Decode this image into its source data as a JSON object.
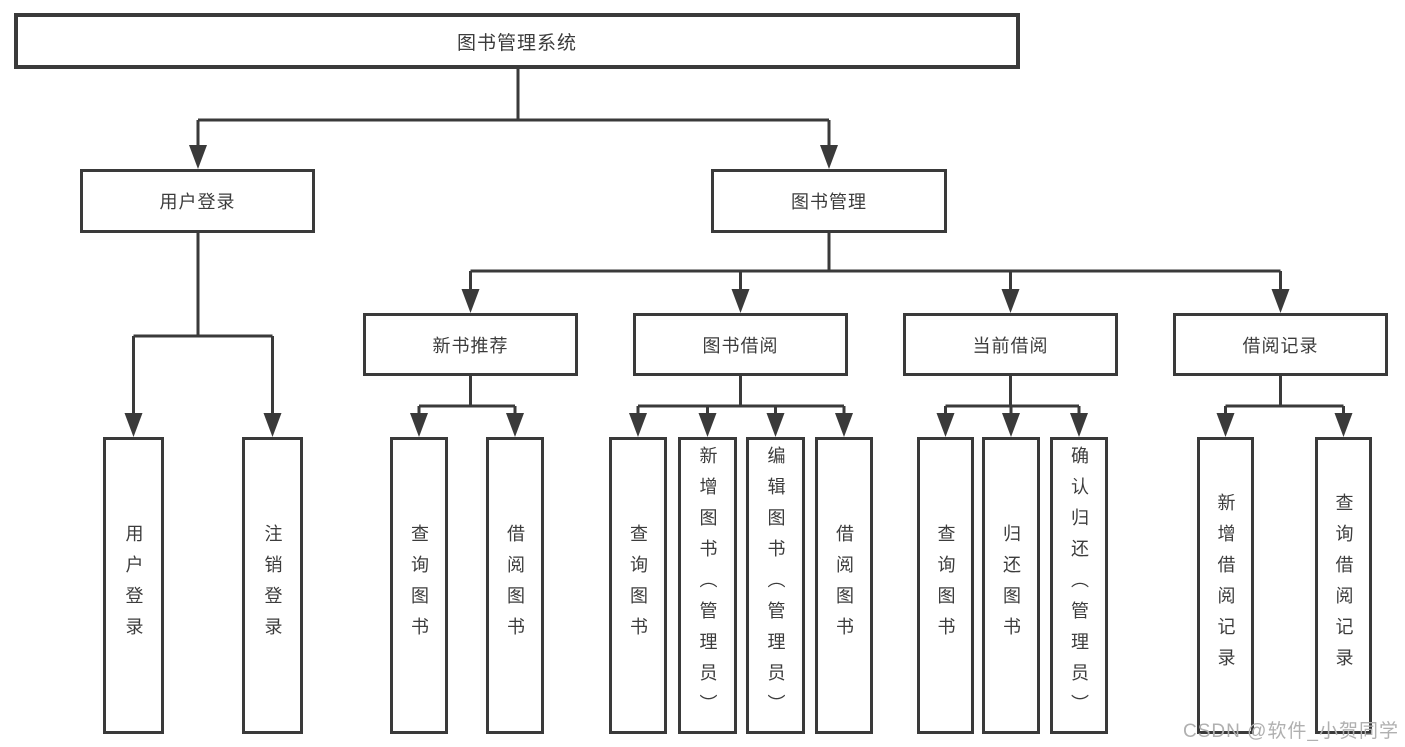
{
  "diagram": {
    "root": {
      "label": "图书管理系统"
    },
    "branches": [
      {
        "label": "用户登录",
        "children": [
          {
            "label": "用户登录"
          },
          {
            "label": "注销登录"
          }
        ]
      },
      {
        "label": "图书管理",
        "children": [
          {
            "label": "新书推荐",
            "children": [
              {
                "label": "查询图书"
              },
              {
                "label": "借阅图书"
              }
            ]
          },
          {
            "label": "图书借阅",
            "children": [
              {
                "label": "查询图书"
              },
              {
                "label": "新增图书（管理员）"
              },
              {
                "label": "编辑图书（管理员）"
              },
              {
                "label": "借阅图书"
              }
            ]
          },
          {
            "label": "当前借阅",
            "children": [
              {
                "label": "查询图书"
              },
              {
                "label": "归还图书"
              },
              {
                "label": "确认归还（管理员）"
              }
            ]
          },
          {
            "label": "借阅记录",
            "children": [
              {
                "label": "新增借阅记录"
              },
              {
                "label": "查询借阅记录"
              }
            ]
          }
        ]
      }
    ]
  },
  "watermark": {
    "text": "CSDN @软件_小贺同学"
  },
  "colors": {
    "line": "#3a3a3a",
    "text": "#3c3c3c",
    "watermark": "#b0b0b0",
    "background": "#ffffff"
  }
}
